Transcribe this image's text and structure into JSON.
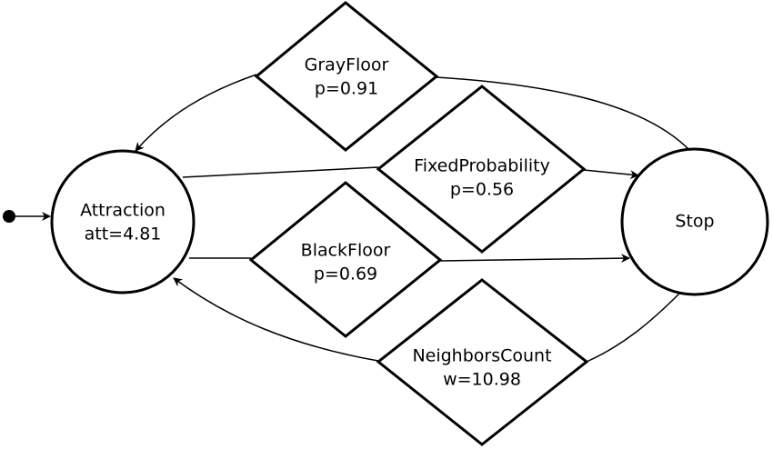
{
  "states": {
    "attraction": {
      "name": "Attraction",
      "param": "att=4.81"
    },
    "stop": {
      "name": "Stop"
    }
  },
  "conditions": {
    "gray_floor": {
      "name": "GrayFloor",
      "param": "p=0.91"
    },
    "fixed_probability": {
      "name": "FixedProbability",
      "param": "p=0.56"
    },
    "black_floor": {
      "name": "BlackFloor",
      "param": "p=0.69"
    },
    "neighbors_count": {
      "name": "NeighborsCount",
      "param": "w=10.98"
    }
  },
  "colors": {
    "stroke": "#000000",
    "background": "#ffffff"
  }
}
